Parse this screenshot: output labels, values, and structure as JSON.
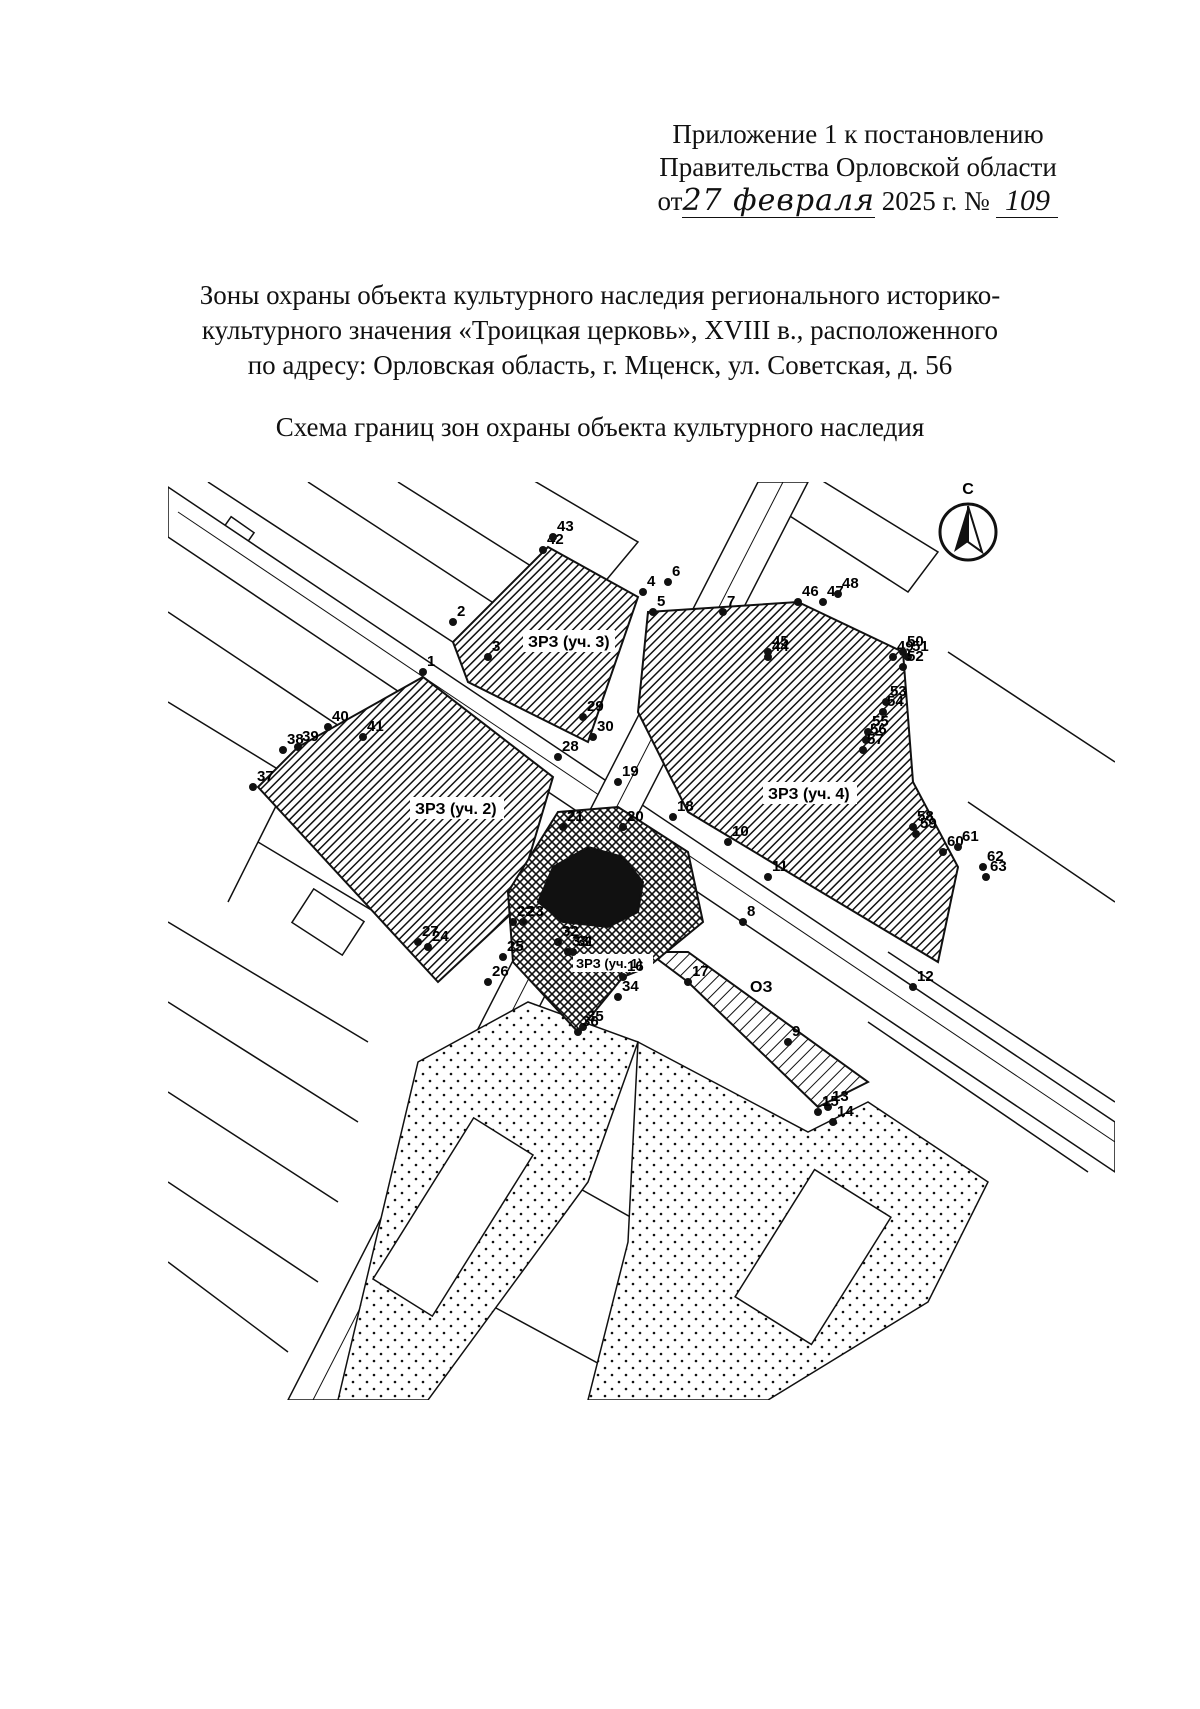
{
  "appendix": {
    "line1": "Приложение 1 к постановлению",
    "line2": "Правительства Орловской области",
    "date_prefix": "от",
    "date_signed": "27 февраля",
    "year_text": "2025 г. №",
    "number": "109"
  },
  "title": {
    "line1": "Зоны охраны объекта культурного наследия регионального историко-",
    "line2": "культурного значения «Троицкая церковь», XVIII в., расположенного",
    "line3": "по адресу: Орловская область, г. Мценск, ул. Советская, д. 56"
  },
  "subtitle": "Схема границ зон охраны объекта культурного наследия",
  "map": {
    "north_label": "С",
    "colors": {
      "ink": "#111111",
      "paper": "#ffffff",
      "road": "#d9d9d9"
    },
    "zones": {
      "zrz1": "ЗРЗ (уч. 1)",
      "zrz2": "ЗРЗ (уч. 2)",
      "zrz3": "ЗРЗ (уч. 3)",
      "zrz4": "ЗРЗ (уч. 4)",
      "oz": "ОЗ"
    },
    "points": [
      "1",
      "2",
      "3",
      "4",
      "5",
      "6",
      "7",
      "8",
      "9",
      "10",
      "11",
      "12",
      "13",
      "14",
      "15",
      "16",
      "17",
      "18",
      "19",
      "20",
      "21",
      "22",
      "23",
      "24",
      "25",
      "26",
      "27",
      "28",
      "29",
      "30",
      "31",
      "32",
      "33",
      "34",
      "35",
      "36",
      "37",
      "38",
      "39",
      "40",
      "41",
      "42",
      "43",
      "44",
      "45",
      "46",
      "47",
      "48",
      "49",
      "50",
      "51",
      "52",
      "53",
      "54",
      "55",
      "56",
      "57",
      "58",
      "59",
      "60",
      "61",
      "62",
      "63"
    ]
  }
}
